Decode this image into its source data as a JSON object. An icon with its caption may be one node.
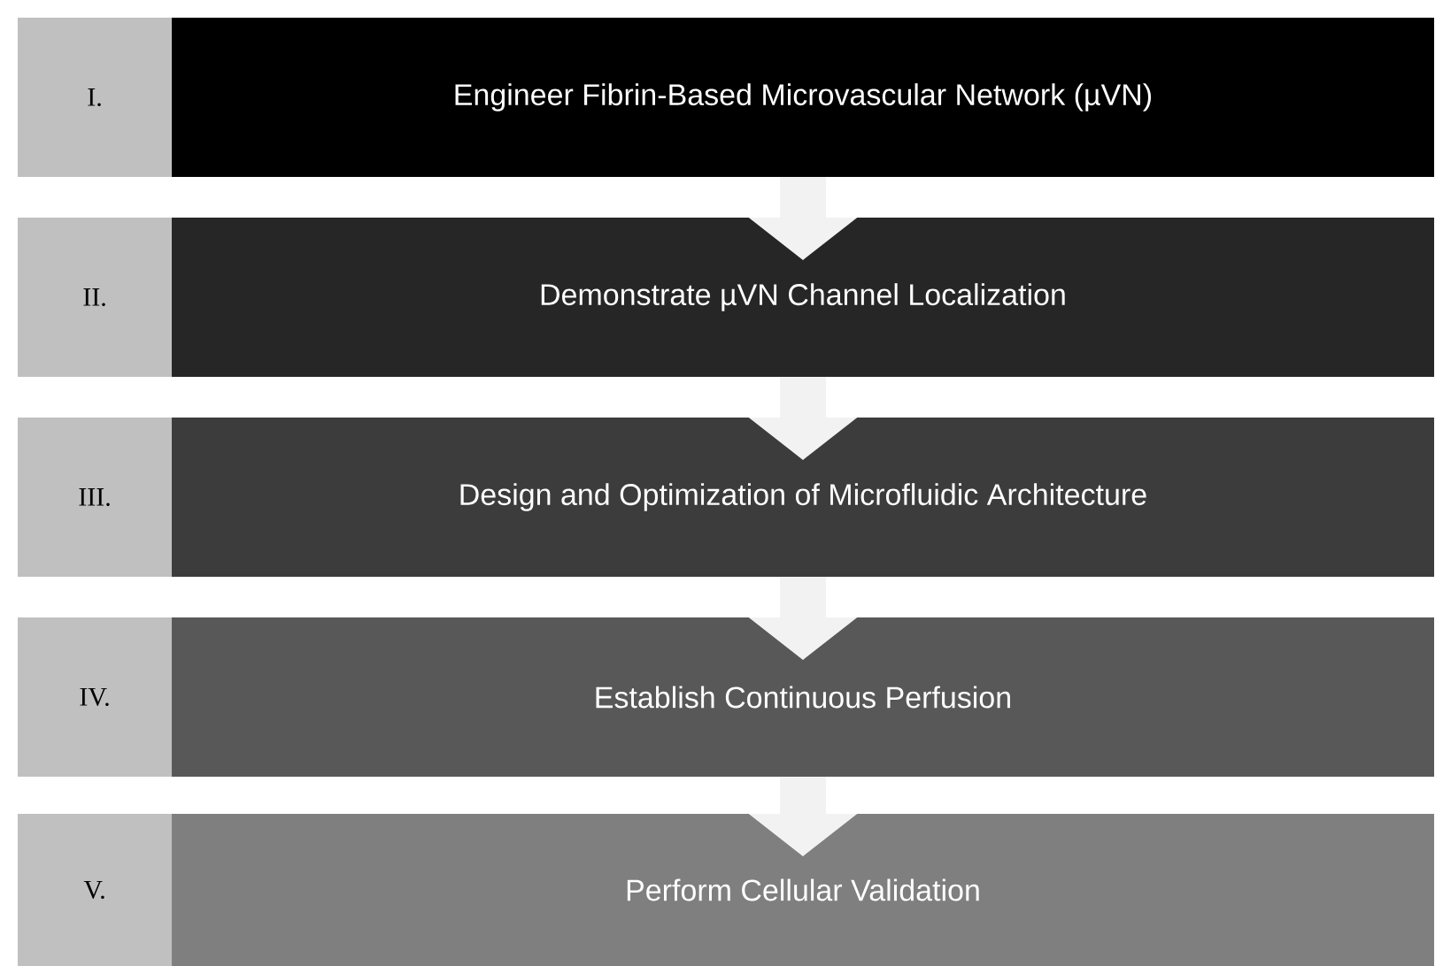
{
  "diagram": {
    "nodes": [
      {
        "text": [
          "I."
        ]
      },
      {
        "text": [
          "Engineer Fibrin-Based Microvascular Network (µVN)"
        ]
      },
      {
        "text": [
          "II."
        ]
      },
      {
        "text": [
          "Demonstrate µVN Channel Localization"
        ]
      },
      {
        "text": [
          "III."
        ]
      },
      {
        "text": [
          "Design and Optimization of Microfluidic Architecture"
        ]
      },
      {
        "text": [
          "IV."
        ]
      },
      {
        "text": [
          "Establish Continuous Perfusion"
        ]
      },
      {
        "text": [
          "V."
        ]
      },
      {
        "text": [
          "Perform Cellular Validation"
        ]
      }
    ],
    "edges": [
      {
        "from": 1,
        "to": 3,
        "arrow": "to"
      },
      {
        "from": 3,
        "to": 5,
        "arrow": "to"
      },
      {
        "from": 5,
        "to": 7,
        "arrow": "to"
      },
      {
        "from": 7,
        "to": 9,
        "arrow": "to"
      }
    ]
  }
}
